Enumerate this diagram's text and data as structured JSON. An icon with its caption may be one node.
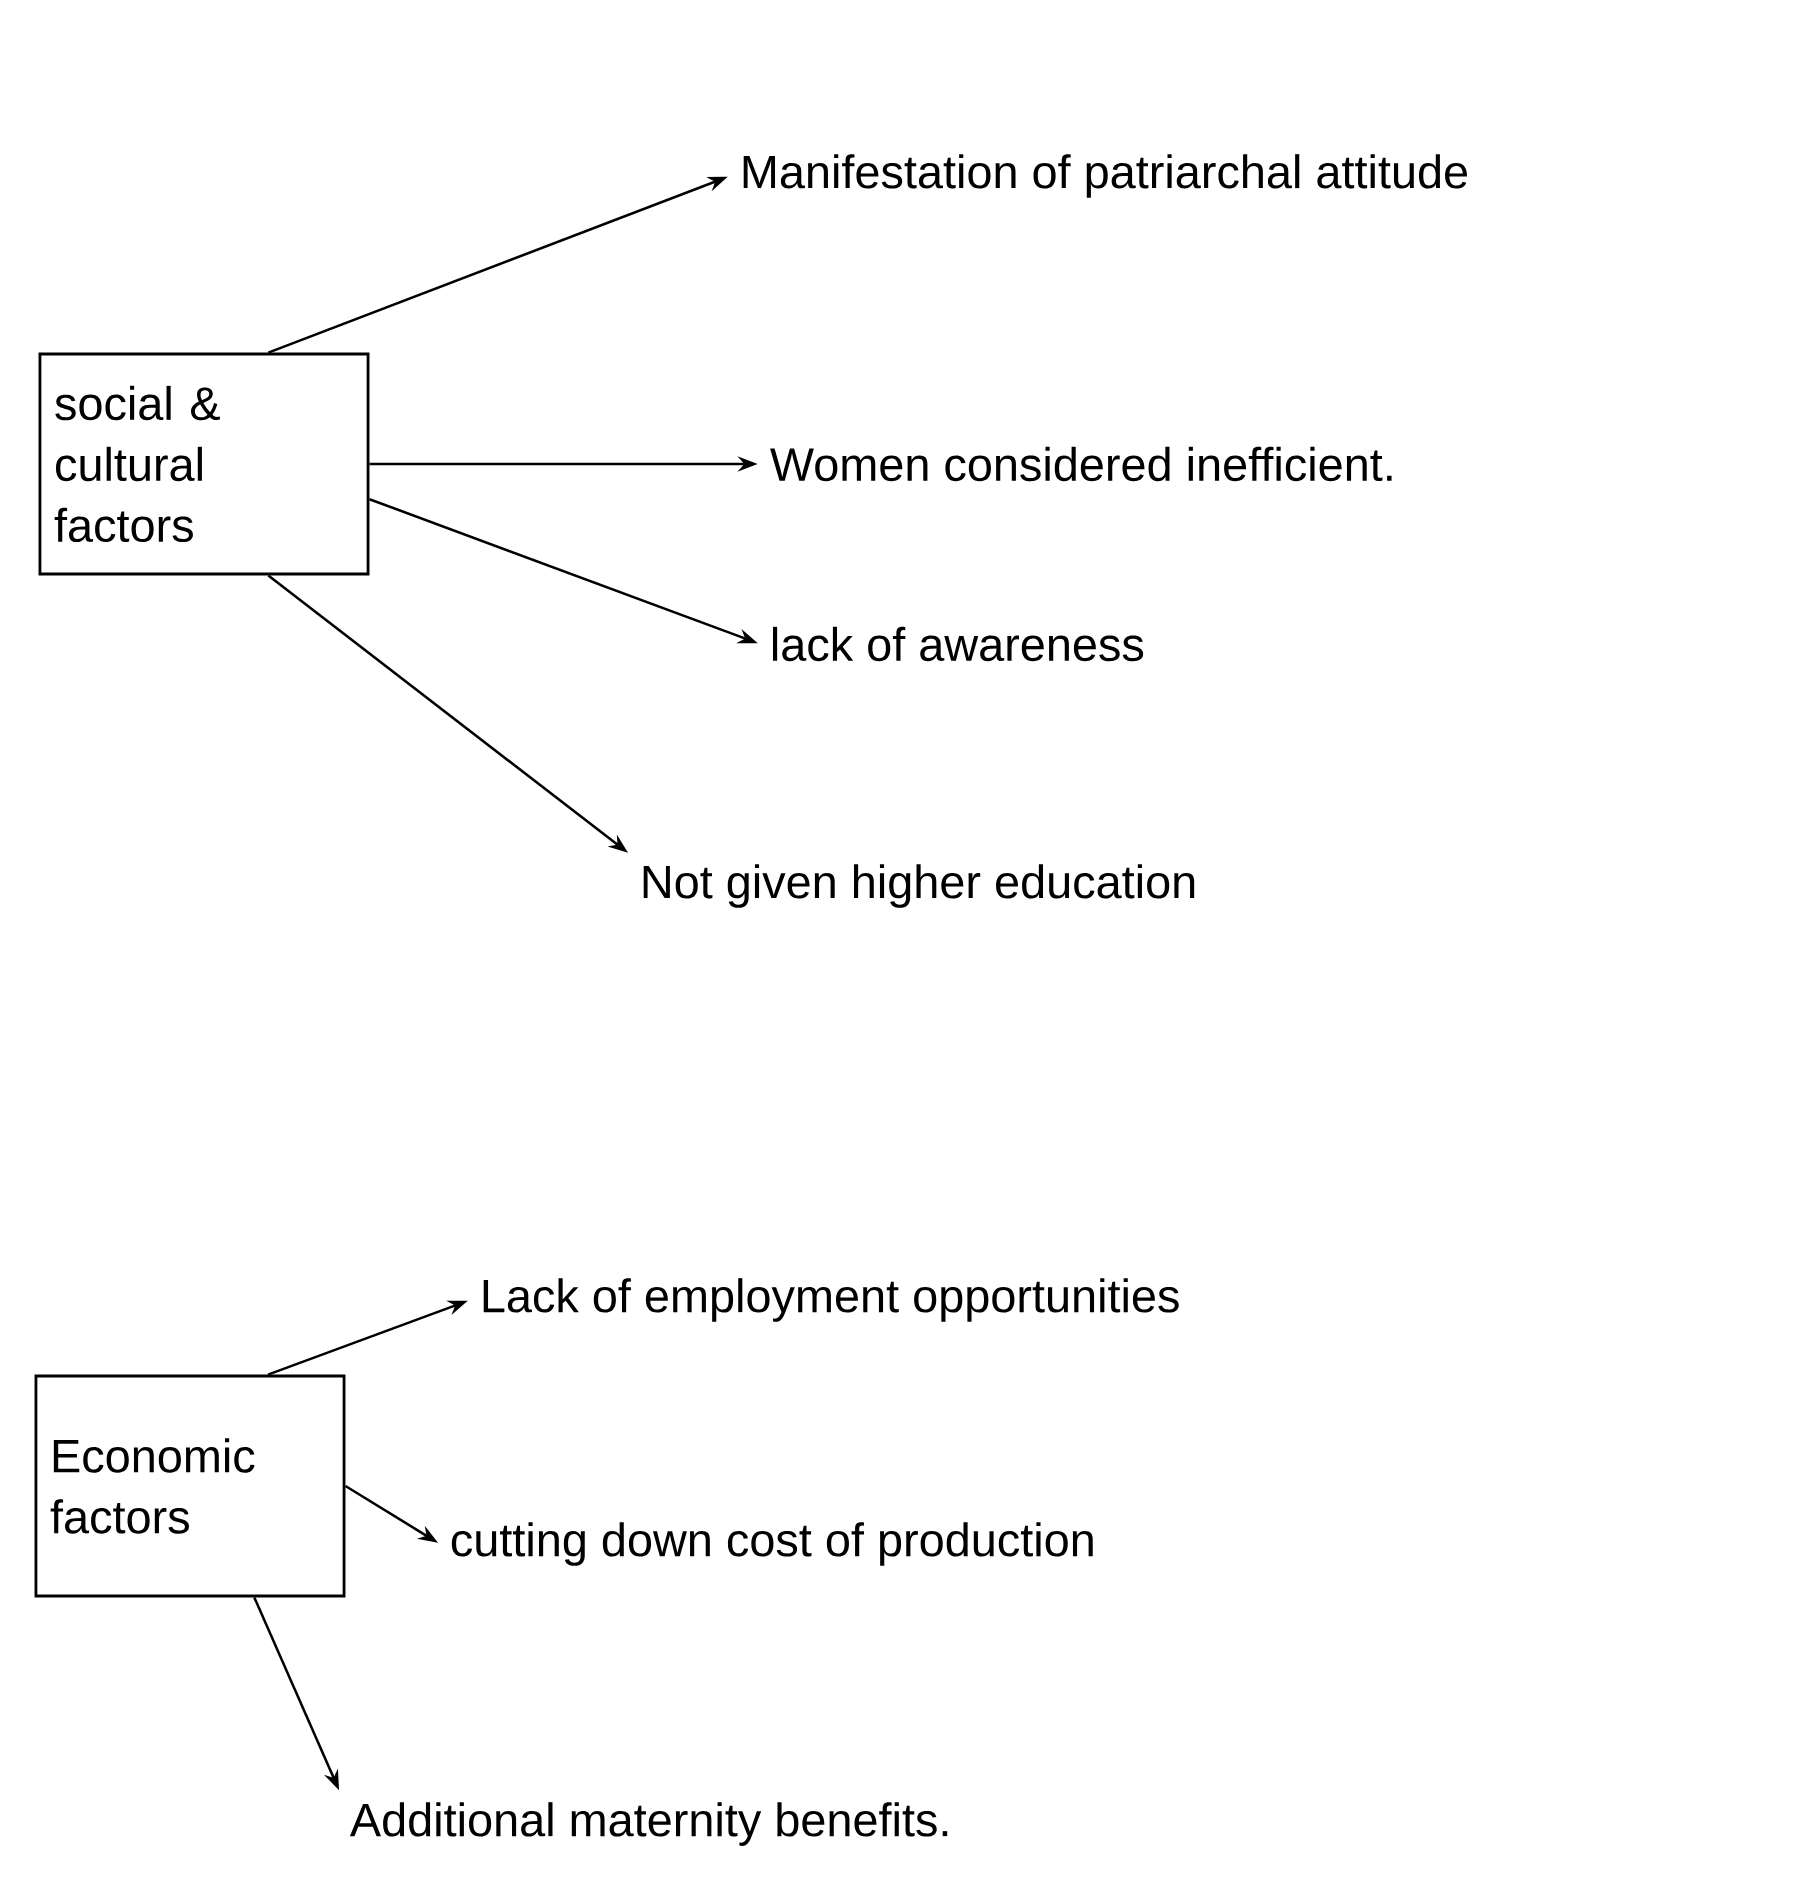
{
  "diagram": {
    "nodes": [
      {
        "text": [
          "social & cultural factors"
        ]
      },
      {
        "text": [
          "Manifestation of patriarchal attitude"
        ]
      },
      {
        "text": [
          "Women considered inefficient."
        ]
      },
      {
        "text": [
          "lack of awareness"
        ]
      },
      {
        "text": [
          "Not given higher education"
        ]
      },
      {
        "text": [
          "Economic factors"
        ]
      },
      {
        "text": [
          "Lack of employment opportunities"
        ]
      },
      {
        "text": [
          "cutting down cost of production"
        ]
      },
      {
        "text": [
          "Additional maternity benefits."
        ]
      }
    ],
    "edges": [
      {
        "from": 0,
        "to": 1,
        "arrow": "to"
      },
      {
        "from": 0,
        "to": 2,
        "arrow": "to"
      },
      {
        "from": 0,
        "to": 3,
        "arrow": "to"
      },
      {
        "from": 0,
        "to": 4,
        "arrow": "to"
      },
      {
        "from": 5,
        "to": 6,
        "arrow": "to"
      },
      {
        "from": 5,
        "to": 7,
        "arrow": "to"
      },
      {
        "from": 5,
        "to": 8,
        "arrow": "to"
      }
    ]
  }
}
